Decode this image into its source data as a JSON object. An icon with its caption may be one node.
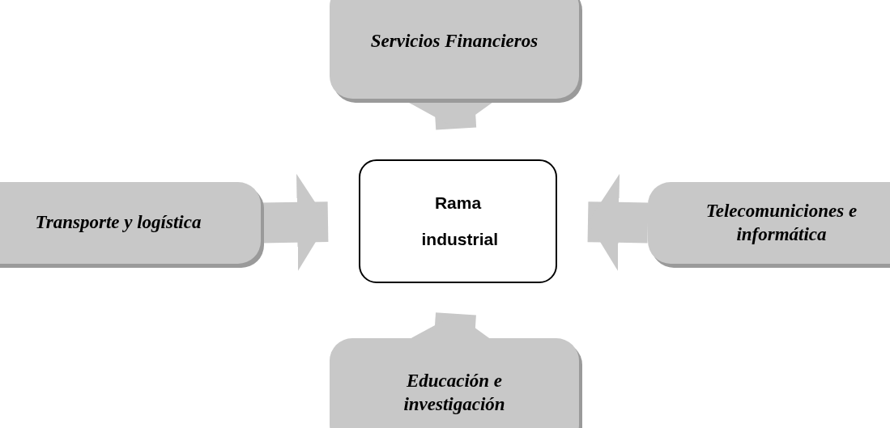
{
  "diagram": {
    "nodes": [
      {
        "text": [
          "Servicios Financieros"
        ]
      },
      {
        "text": [
          "Transporte y logística"
        ]
      },
      {
        "text": [
          "Rama industrial"
        ]
      },
      {
        "text": [
          "Telecomuniciones e informática"
        ]
      },
      {
        "text": [
          "Educación e investigación"
        ]
      }
    ],
    "edges": [
      {
        "from": 0,
        "to": 2,
        "arrow": "to"
      },
      {
        "from": 1,
        "to": 2,
        "arrow": "to"
      },
      {
        "from": 3,
        "to": 2,
        "arrow": "to"
      },
      {
        "from": 4,
        "to": 2,
        "arrow": "to"
      }
    ]
  }
}
